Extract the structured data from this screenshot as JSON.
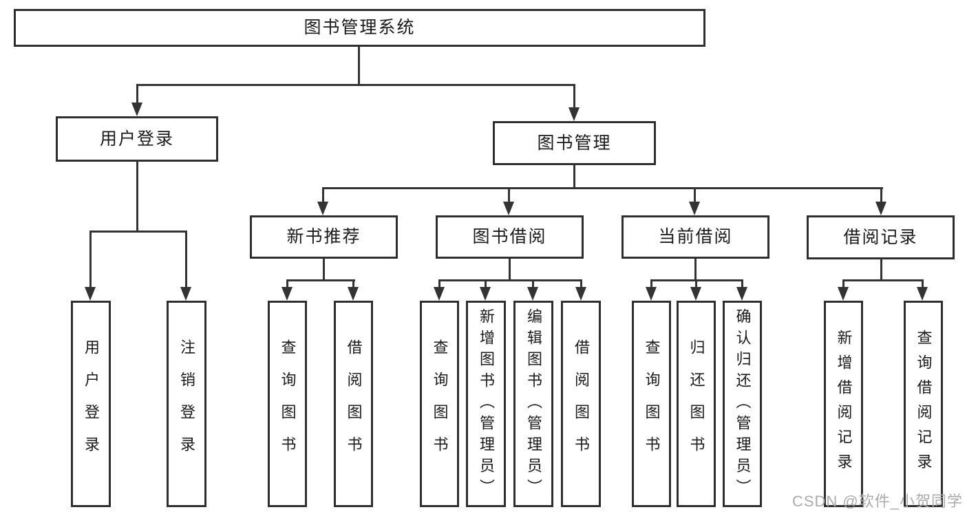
{
  "diagram": {
    "root": {
      "label": "图书管理系统"
    },
    "branches": [
      {
        "label": "用户登录",
        "leaves": [
          "用户登录",
          "注销登录"
        ]
      },
      {
        "label": "图书管理",
        "groups": [
          {
            "label": "新书推荐",
            "leaves": [
              "查询图书",
              "借阅图书"
            ]
          },
          {
            "label": "图书借阅",
            "leaves": [
              "查询图书",
              "新增图书（管理员）",
              "编辑图书（管理员）",
              "借阅图书"
            ]
          },
          {
            "label": "当前借阅",
            "leaves": [
              "查询图书",
              "归还图书",
              "确认归还（管理员）"
            ]
          },
          {
            "label": "借阅记录",
            "leaves": [
              "新增借阅记录",
              "查询借阅记录"
            ]
          }
        ]
      }
    ]
  },
  "watermark": {
    "text": "CSDN @软件_小贺同学"
  },
  "colors": {
    "line": "#333333",
    "box_border": "#2e2e2e",
    "text": "#1a1a1a",
    "watermark": "#ababab",
    "background": "#ffffff"
  }
}
